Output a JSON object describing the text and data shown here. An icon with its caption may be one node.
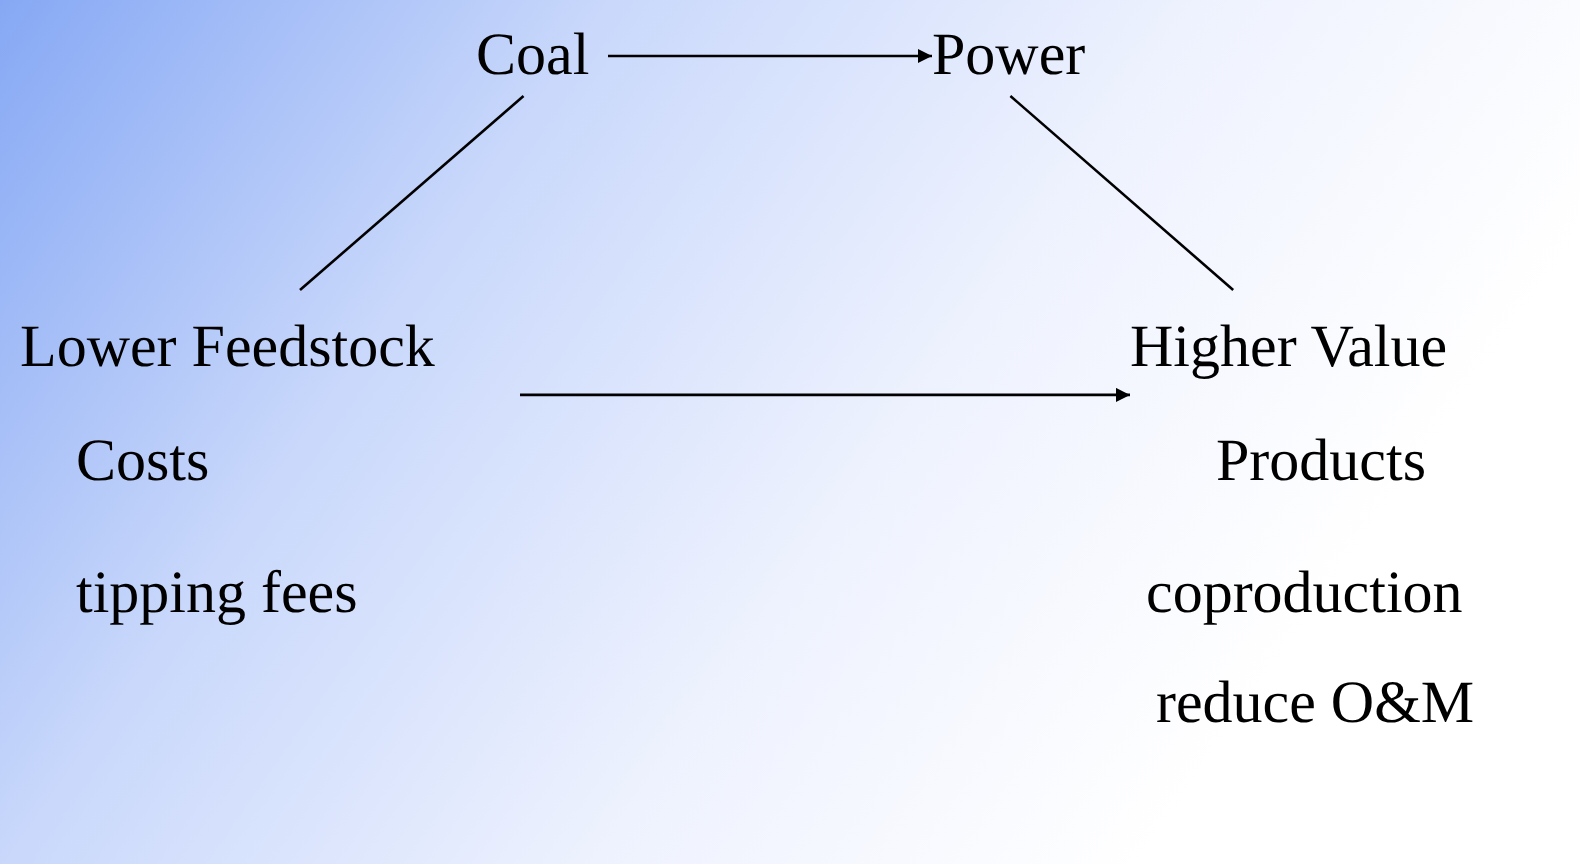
{
  "diagram": {
    "nodes": [
      {
        "text": [
          "Coal"
        ]
      },
      {
        "text": [
          "Power"
        ]
      },
      {
        "text": [
          "Lower Feedstock Costs"
        ]
      },
      {
        "text": [
          "Higher Value Products"
        ]
      }
    ],
    "edges": [
      {
        "from": 0,
        "to": 1,
        "arrow": "to"
      },
      {
        "from": 0,
        "to": 2,
        "arrow": "none"
      },
      {
        "from": 1,
        "to": 3,
        "arrow": "none"
      },
      {
        "from": 2,
        "to": 3,
        "arrow": "to"
      }
    ],
    "labels": [
      "tipping fees",
      "coproduction",
      "reduce O&M"
    ]
  }
}
